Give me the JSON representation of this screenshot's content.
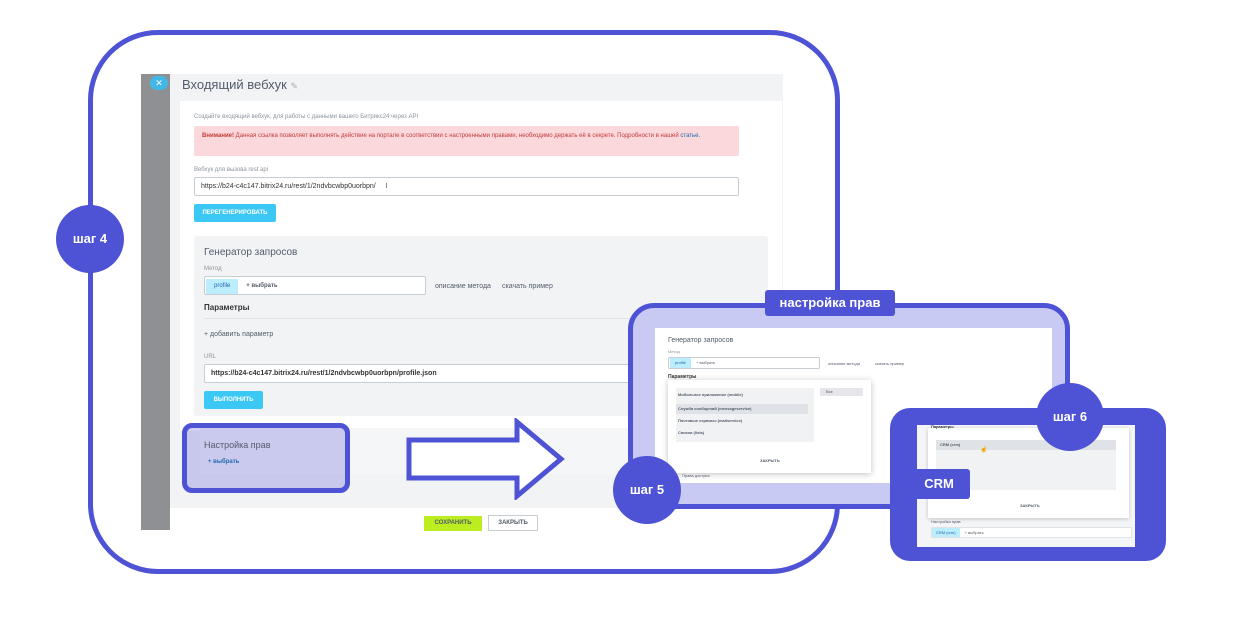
{
  "step4": {
    "label": "шаг 4",
    "window_title": "Входящий вебхук",
    "description": "Создайте входящий вебхук, для работы с данными вашего Битрикс24 через API",
    "alert_bold": "Внимание!",
    "alert_text": " Данная ссылка позволяет выполнять действие на портале в соответствии с настроенными правами, необходимо держать её в секрете. Подробности в нашей ",
    "alert_link": "статье.",
    "url_label": "Вебхук для вызова rest api",
    "url_value": "https://b24-c4c147.bitrix24.ru/rest/1/2ndvbcwbp0uorbpn/",
    "regenerate_label": "ПЕРЕГЕНЕРИРОВАТЬ",
    "generator_title": "Генератор запросов",
    "method_label": "Метод",
    "method_value": "profile",
    "select_label": "+ выбрать",
    "method_desc_link": "описание метода",
    "download_link": "скачать пример",
    "params_title": "Параметры",
    "add_param_link": "+ добавить параметр",
    "url_field_label": "URL",
    "url_field_value": "https://b24-c4c147.bitrix24.ru/rest/1/2ndvbcwbp0uorbpn/profile.json",
    "execute_label": "ВЫПОЛНИТЬ",
    "perm_title": "Настройка прав",
    "perm_select": "+ выбрать",
    "save_label": "СОХРАНИТЬ",
    "close_label": "ЗАКРЫТЬ"
  },
  "step5": {
    "label": "шаг 5",
    "caption": "настройка прав",
    "generator_title": "Генератор запросов",
    "method_label": "Метод",
    "method_value": "profile",
    "select_label": "+ выбрать",
    "method_desc_link": "описание метода",
    "download_link": "скачать пример",
    "params_title": "Параметры",
    "list_items": [
      "Мобильное приложение (mobile)",
      "Служба сообщений (messageservice)",
      "Почтовые сервисы (mailservice)",
      "Списки (lists)"
    ],
    "highlighted_index": 1,
    "side_item": "Все",
    "close_label": "ЗАКРЫТЬ",
    "access_rights": "Права доступа"
  },
  "step6": {
    "label": "шаг 6",
    "caption": "CRM",
    "params_title": "Параметры",
    "item": "CRM (crm)",
    "close_label": "ЗАКРЫТЬ",
    "perm_label": "Настройка прав",
    "tag": "CRM (crm)",
    "select_label": "+ выбрать"
  },
  "colors": {
    "accent": "#4e53d6",
    "button_blue": "#3bc8f5",
    "button_green": "#bbed21",
    "alert_bg": "#fbd8db",
    "alert_text": "#c33a3a"
  }
}
